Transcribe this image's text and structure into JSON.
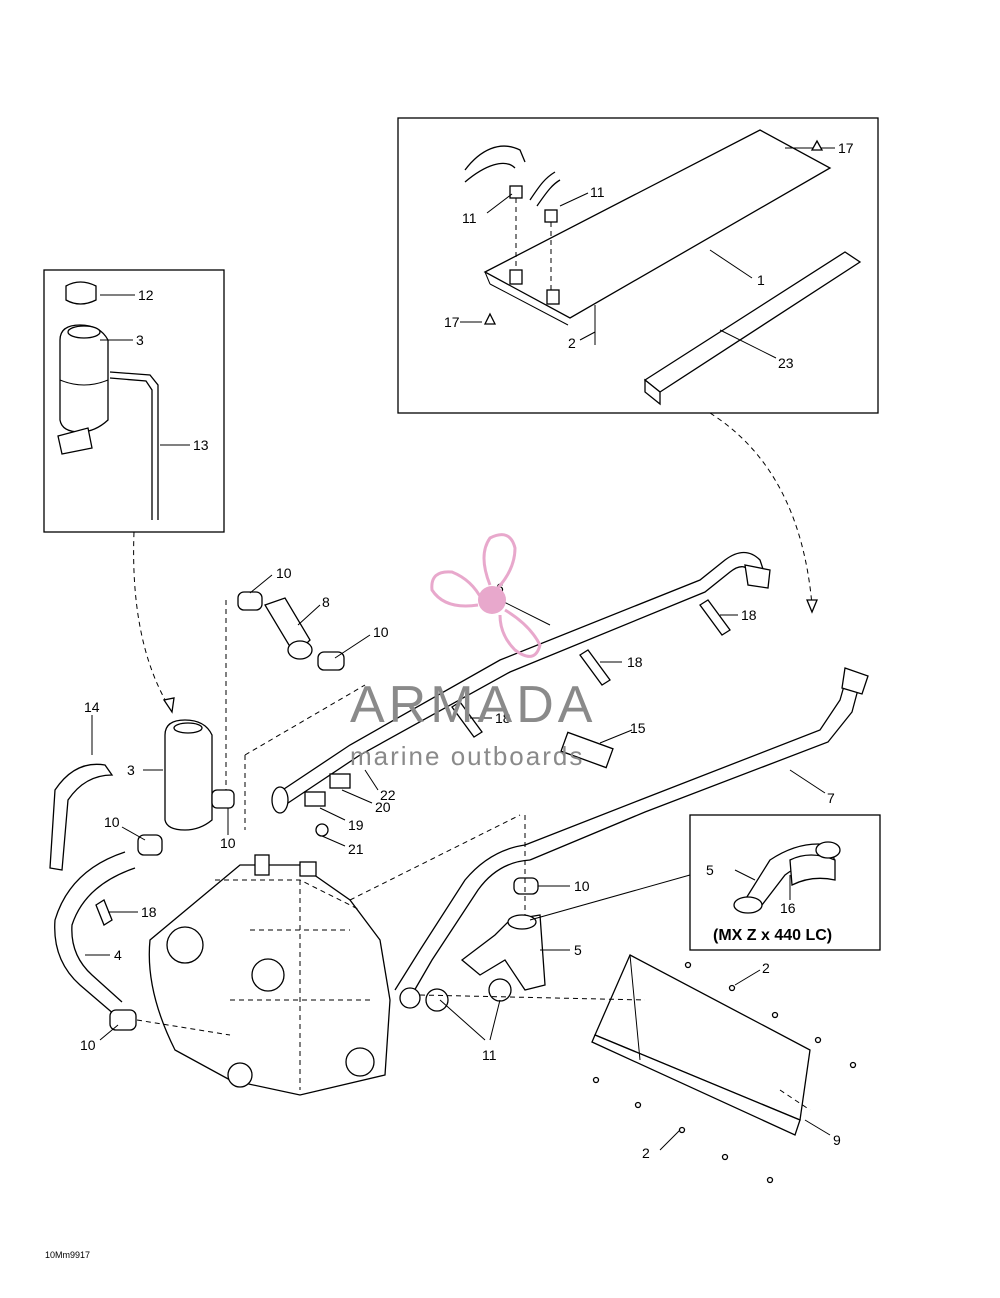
{
  "watermark": {
    "brand": "ARMADA",
    "tagline": "marine outboards"
  },
  "inset_label": "(MX Z x 440 LC)",
  "drawing_ref": "10Mm9917",
  "callouts": {
    "c17a": "17",
    "c11a": "11",
    "c11b": "11",
    "c1": "1",
    "c17b": "17",
    "c2a": "2",
    "c23": "23",
    "c12": "12",
    "c3a": "3",
    "c13": "13",
    "c10a": "10",
    "c8": "8",
    "c10b": "10",
    "c6": "6",
    "c18a": "18",
    "c18b": "18",
    "c18c": "18",
    "c15": "15",
    "c7": "7",
    "c22": "22",
    "c20": "20",
    "c19": "19",
    "c21": "21",
    "c14": "14",
    "c3b": "3",
    "c10c": "10",
    "c10d": "10",
    "c18d": "18",
    "c4": "4",
    "c10e": "10",
    "c10f": "10",
    "c5a": "5",
    "c5b": "5",
    "c16": "16",
    "c11c": "11",
    "c2b": "2",
    "c2c": "2",
    "c9": "9"
  }
}
